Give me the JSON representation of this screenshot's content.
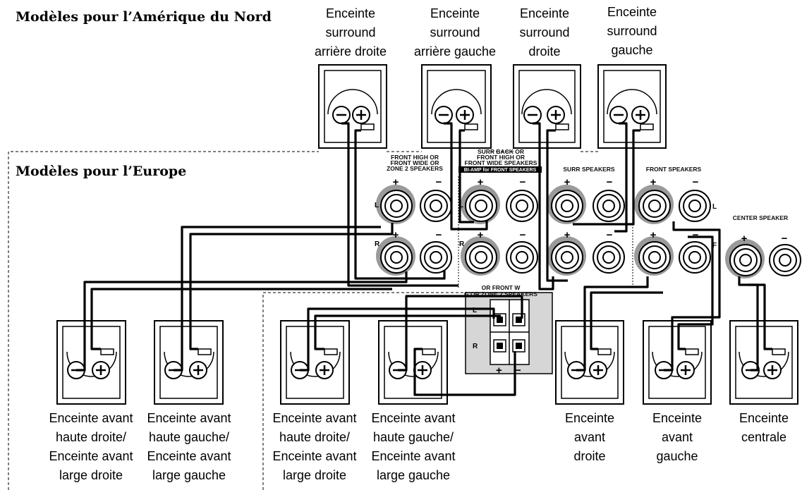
{
  "headings": {
    "north_america": "Modèles pour l’Amérique du Nord",
    "europe": "Modèles pour l’Europe"
  },
  "top_speakers": [
    {
      "lines": [
        "Enceinte",
        "surround",
        "arrière droite"
      ]
    },
    {
      "lines": [
        "Enceinte",
        "surround",
        "arrière gauche"
      ]
    },
    {
      "lines": [
        "Enceinte",
        "surround",
        "droite"
      ]
    },
    {
      "lines": [
        "Enceinte",
        "surround",
        "gauche"
      ]
    }
  ],
  "bottom_speakers": [
    {
      "lines": [
        "Enceinte avant",
        "haute droite/",
        "Enceinte avant",
        "large droite"
      ]
    },
    {
      "lines": [
        "Enceinte avant",
        "haute gauche/",
        "Enceinte avant",
        "large gauche"
      ]
    },
    {
      "lines": [
        "Enceinte avant",
        "haute droite/",
        "Enceinte avant",
        "large droite"
      ]
    },
    {
      "lines": [
        "Enceinte avant",
        "haute gauche/",
        "Enceinte avant",
        "large gauche"
      ]
    },
    {
      "lines": [
        "Enceinte",
        "avant",
        "droite"
      ]
    },
    {
      "lines": [
        "Enceinte",
        "avant",
        "gauche"
      ]
    },
    {
      "lines": [
        "Enceinte",
        "centrale"
      ]
    }
  ],
  "panel": {
    "front_high": [
      "FRONT HIGH OR",
      "FRONT WIDE OR",
      "ZONE 2 SPEAKERS"
    ],
    "surr_back": [
      "SURR BACK OR",
      "FRONT HIGH OR",
      "FRONT WIDE SPEAKERS"
    ],
    "bi_amp": "BI-AMP for FRONT SPEAKERS",
    "surr": "SURR SPEAKERS",
    "front": "FRONT SPEAKERS",
    "center": "CENTER SPEAKER",
    "eu_block": [
      "OR FRONT W",
      "G OR ZONE 2 SPEAKERS"
    ],
    "plus": "+",
    "minus": "−",
    "left": "L",
    "right": "R",
    "front_l": "L",
    "front_r": "F"
  }
}
